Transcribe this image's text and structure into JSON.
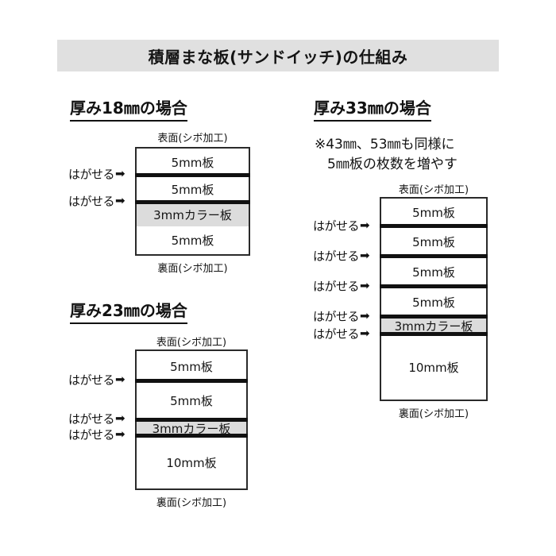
{
  "title": {
    "text": "積層まな板(サンドイッチ)の仕組み"
  },
  "labels": {
    "top_face": "表面(シボ加工)",
    "bottom_face": "裏面(シボ加工)",
    "peelable": "はがせる",
    "arrow_icon": "➡"
  },
  "colors": {
    "banner_bg": "#e0e0e0",
    "color_board_fill": "#dcdcdc",
    "outline": "#2a2a2a",
    "separator": "#111111",
    "text": "#121212"
  },
  "sections": [
    {
      "heading": "厚み18㎜の場合",
      "note": null,
      "top_face": "表面(シボ加工)",
      "bottom_face": "裏面(シボ加工)",
      "layers": [
        {
          "label": "5mm板",
          "color_board": false,
          "peelable_above": false
        },
        {
          "label": "5mm板",
          "color_board": false,
          "peelable_above": true
        },
        {
          "label": "3mmカラー板",
          "color_board": true,
          "peelable_above": true
        },
        {
          "label": "5mm板",
          "color_board": false,
          "peelable_above": false
        }
      ]
    },
    {
      "heading": "厚み23㎜の場合",
      "note": null,
      "top_face": "表面(シボ加工)",
      "bottom_face": "裏面(シボ加工)",
      "layers": [
        {
          "label": "5mm板",
          "color_board": false,
          "peelable_above": false
        },
        {
          "label": "5mm板",
          "color_board": false,
          "peelable_above": true
        },
        {
          "label": "3mmカラー板",
          "color_board": true,
          "peelable_above": true
        },
        {
          "label": "10mm板",
          "color_board": false,
          "peelable_above": true
        }
      ]
    },
    {
      "heading": "厚み33㎜の場合",
      "note": {
        "line1": "※43㎜、53㎜も同様に",
        "line2": "5㎜板の枚数を増やす"
      },
      "top_face": "表面(シボ加工)",
      "bottom_face": "裏面(シボ加工)",
      "layers": [
        {
          "label": "5mm板",
          "color_board": false,
          "peelable_above": false
        },
        {
          "label": "5mm板",
          "color_board": false,
          "peelable_above": true
        },
        {
          "label": "5mm板",
          "color_board": false,
          "peelable_above": true
        },
        {
          "label": "5mm板",
          "color_board": false,
          "peelable_above": true
        },
        {
          "label": "3mmカラー板",
          "color_board": true,
          "peelable_above": true
        },
        {
          "label": "10mm板",
          "color_board": false,
          "peelable_above": true
        }
      ]
    }
  ]
}
